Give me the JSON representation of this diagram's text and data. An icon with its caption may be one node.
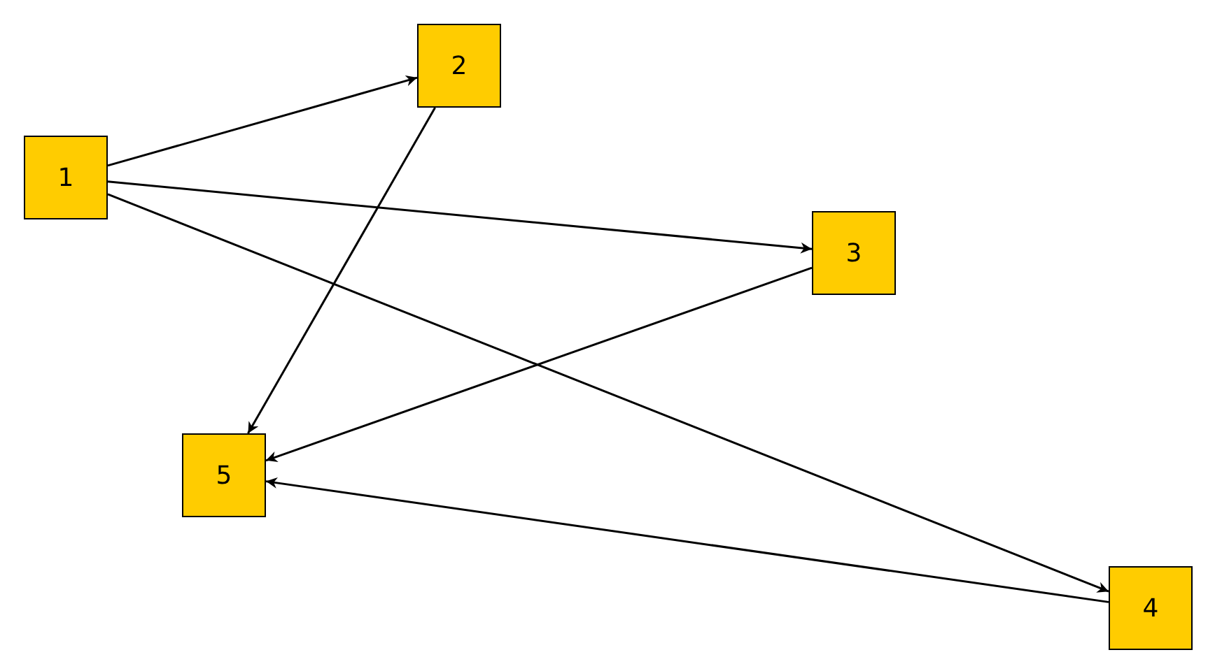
{
  "diagram": {
    "nodes": [
      {
        "text": [
          "1"
        ]
      },
      {
        "text": [
          "2"
        ]
      },
      {
        "text": [
          "3"
        ]
      },
      {
        "text": [
          "4"
        ]
      },
      {
        "text": [
          "5"
        ]
      }
    ],
    "edges": [
      {
        "from": 0,
        "to": 1,
        "arrow": "to"
      },
      {
        "from": 0,
        "to": 2,
        "arrow": "to"
      },
      {
        "from": 0,
        "to": 3,
        "arrow": "to"
      },
      {
        "from": 1,
        "to": 4,
        "arrow": "to"
      },
      {
        "from": 2,
        "to": 4,
        "arrow": "to"
      },
      {
        "from": 3,
        "to": 4,
        "arrow": "to"
      }
    ]
  }
}
